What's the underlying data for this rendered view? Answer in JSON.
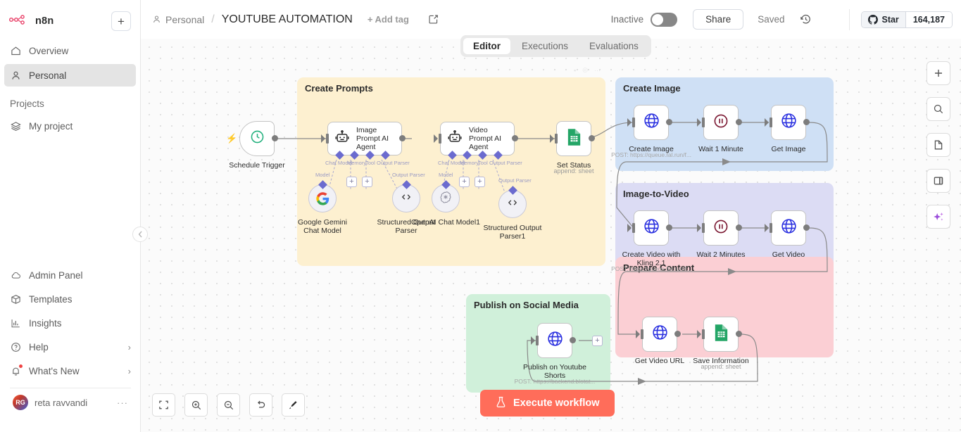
{
  "sidebar": {
    "brand": "n8n",
    "add_button": "+",
    "items": [
      {
        "label": "Overview",
        "icon": "home-icon"
      },
      {
        "label": "Personal",
        "icon": "person-icon",
        "active": true
      }
    ],
    "projects_title": "Projects",
    "projects": [
      {
        "label": "My project",
        "icon": "layers-icon"
      }
    ],
    "bottom_items": [
      {
        "label": "Admin Panel",
        "icon": "cloud-icon"
      },
      {
        "label": "Templates",
        "icon": "box-icon"
      },
      {
        "label": "Insights",
        "icon": "bar-chart-icon"
      },
      {
        "label": "Help",
        "icon": "question-circle-icon",
        "chevron": "›"
      },
      {
        "label": "What's New",
        "icon": "bell-icon",
        "chevron": "›",
        "badge": true
      }
    ],
    "user": {
      "initials": "RG",
      "name": "reta ravvandi",
      "menu": "···"
    },
    "collapse_icon": "chevron-left-icon"
  },
  "header": {
    "breadcrumb_project": "Personal",
    "breadcrumb_separator": "/",
    "workflow_title": "YOUTUBE AUTOMATION",
    "add_tag": "+ Add tag",
    "edit_icon": "edit-square-icon",
    "active_state_label": "Inactive",
    "share_label": "Share",
    "saved_label": "Saved",
    "history_icon": "history-icon",
    "more_icon": "ellipsis-icon",
    "github_star_label": "Star",
    "github_star_count": "164,187"
  },
  "tabs": [
    {
      "label": "Editor",
      "active": true
    },
    {
      "label": "Executions",
      "active": false
    },
    {
      "label": "Evaluations",
      "active": false
    }
  ],
  "canvas": {
    "groups": [
      {
        "id": "g-prompts",
        "title": "Create Prompts",
        "color": "#fdf0d0"
      },
      {
        "id": "g-createimg",
        "title": "Create Image",
        "color": "#cfe0f5"
      },
      {
        "id": "g-imgvid",
        "title": "Image-to-Video",
        "color": "#dcdcf4"
      },
      {
        "id": "g-prepare",
        "title": "Prepare Content",
        "color": "#fbcfd4"
      },
      {
        "id": "g-publish",
        "title": "Publish on Social Media",
        "color": "#d0f0da"
      }
    ],
    "nodes": [
      {
        "id": "schedule-trigger",
        "label": "Schedule Trigger",
        "sub": "",
        "icon": "clock-icon"
      },
      {
        "id": "image-prompt-ai",
        "label": "Image Prompt AI Agent",
        "sub": "",
        "icon": "robot-icon"
      },
      {
        "id": "video-prompt-ai",
        "label": "Video Prompt AI Agent",
        "sub": "",
        "icon": "robot-icon"
      },
      {
        "id": "set-status",
        "label": "Set Status",
        "sub": "append: sheet",
        "icon": "google-sheets-icon"
      },
      {
        "id": "create-image",
        "label": "Create Image",
        "sub": "POST: https://queue.fal.run/f...",
        "icon": "globe-icon"
      },
      {
        "id": "wait-1-minute",
        "label": "Wait 1 Minute",
        "sub": "",
        "icon": "pause-icon"
      },
      {
        "id": "get-image",
        "label": "Get Image",
        "sub": "",
        "icon": "globe-icon"
      },
      {
        "id": "create-video-kling",
        "label": "Create Video with Kling 2.1",
        "sub": "POST: https://queue.fal.run/f...",
        "icon": "globe-icon"
      },
      {
        "id": "wait-2-minutes",
        "label": "Wait 2 Minutes",
        "sub": "",
        "icon": "pause-icon"
      },
      {
        "id": "get-video",
        "label": "Get Video",
        "sub": "",
        "icon": "globe-icon"
      },
      {
        "id": "get-video-url",
        "label": "Get Video URL",
        "sub": "",
        "icon": "globe-icon"
      },
      {
        "id": "save-information",
        "label": "Save Information",
        "sub": "append: sheet",
        "icon": "google-sheets-icon"
      },
      {
        "id": "publish-youtube",
        "label": "Publish on Youtube Shorts",
        "sub": "POST: https://backend.blotat...",
        "icon": "globe-icon"
      }
    ],
    "subnodes": [
      {
        "id": "google-gemini-chat-model",
        "label": "Google Gemini Chat Model",
        "icon": "google-icon"
      },
      {
        "id": "structured-output-parser",
        "label": "Structured Output Parser",
        "icon": "code-brackets-icon"
      },
      {
        "id": "openai-chat-model-1",
        "label": "OpenAI Chat Model1",
        "icon": "openai-icon"
      },
      {
        "id": "structured-output-parser-1",
        "label": "Structured Output Parser1",
        "icon": "code-brackets-icon"
      }
    ],
    "connection_labels": [
      "Chat Model",
      "Memory",
      "Tool",
      "Output Parser",
      "Model",
      "Output Parser"
    ]
  },
  "bottom_toolbar": [
    {
      "name": "zoom-to-fit-button",
      "icon": "fit-screen-icon"
    },
    {
      "name": "zoom-in-button",
      "icon": "zoom-in-icon"
    },
    {
      "name": "zoom-out-button",
      "icon": "zoom-out-icon"
    },
    {
      "name": "reset-zoom-button",
      "icon": "undo-icon"
    },
    {
      "name": "tidy-up-button",
      "icon": "magic-wand-icon"
    }
  ],
  "execute_button": {
    "label": "Execute workflow",
    "icon": "flask-icon",
    "color": "#ff6d5a"
  },
  "right_toolbar": [
    {
      "name": "add-node-button",
      "icon": "plus-icon"
    },
    {
      "name": "search-button",
      "icon": "search-icon"
    },
    {
      "name": "sticky-note-button",
      "icon": "document-icon"
    },
    {
      "name": "panel-toggle-button",
      "icon": "panel-icon"
    },
    {
      "name": "ai-assistant-button",
      "icon": "sparkles-icon"
    }
  ]
}
